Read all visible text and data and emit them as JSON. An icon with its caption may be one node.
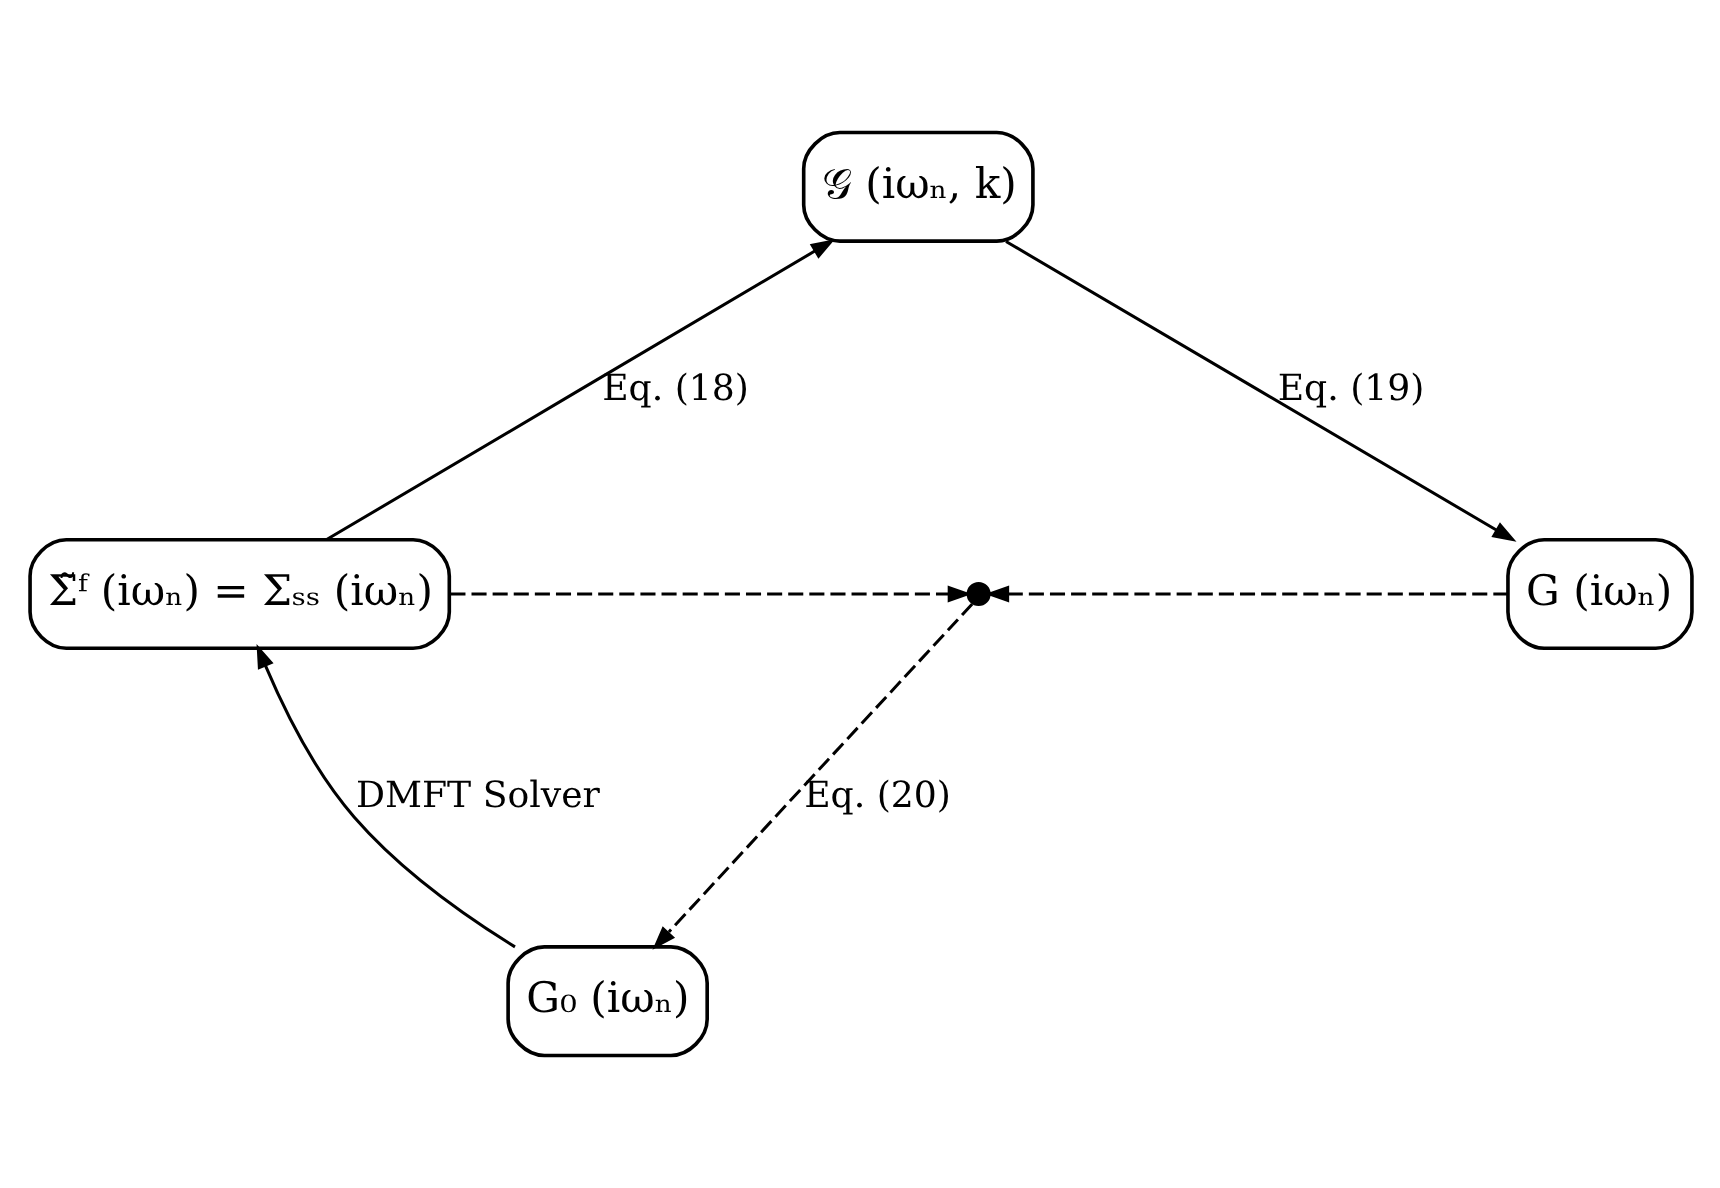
{
  "diagram": {
    "nodes": [
      {
        "text": [
          "Σ̃ᶠ (iωₙ) = Σₛₛ (iωₙ)"
        ]
      },
      {
        "text": [
          "𝒢 (iωₙ, k)"
        ]
      },
      {
        "text": [
          "G (iωₙ)"
        ]
      },
      {
        "text": [],
        "shape": "circle"
      },
      {
        "text": [
          "G₀ (iωₙ)"
        ]
      }
    ],
    "edges": [
      {
        "from": 0,
        "to": 1,
        "arrow": "to",
        "label": "Eq. (18)"
      },
      {
        "from": 1,
        "to": 2,
        "arrow": "to",
        "label": "Eq. (19)"
      },
      {
        "from": 0,
        "to": 3,
        "arrow": "to",
        "style": "dashed"
      },
      {
        "from": 2,
        "to": 3,
        "arrow": "to",
        "style": "dashed"
      },
      {
        "from": 3,
        "to": 4,
        "arrow": "to",
        "style": "dashed",
        "label": "Eq. (20)"
      },
      {
        "from": 4,
        "to": 0,
        "arrow": "to",
        "label": "DMFT Solver"
      }
    ]
  }
}
